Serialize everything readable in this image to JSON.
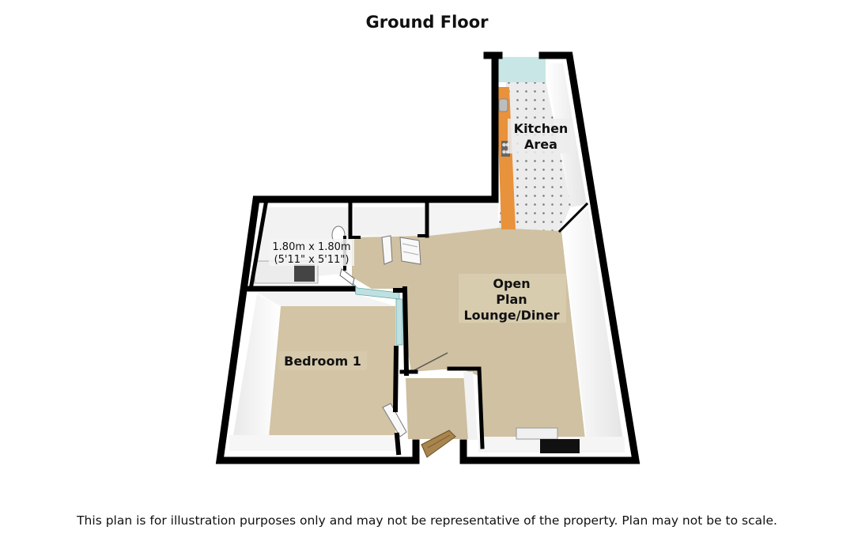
{
  "plan": {
    "title": "Ground Floor",
    "disclaimer": "This plan is for illustration purposes only and may not be representative of the property. Plan may not be to scale."
  },
  "rooms": {
    "kitchen": {
      "line1": "Kitchen",
      "line2": "Area"
    },
    "lounge": {
      "line1": "Open",
      "line2": "Plan",
      "line3": "Lounge/Diner"
    },
    "bedroom": {
      "label": "Bedroom 1"
    },
    "bathroom": {
      "dim_metric": "1.80m x 1.80m",
      "dim_imperial": "(5'11\" x 5'11\")"
    }
  },
  "colors": {
    "wall": "#000000",
    "carpet": "#cfc1a2",
    "bedroom_carpet": "#d2c4a4",
    "kitchen_floor": "#ececec",
    "worktop": "#e8923c",
    "glass": "#bfe0e0"
  }
}
